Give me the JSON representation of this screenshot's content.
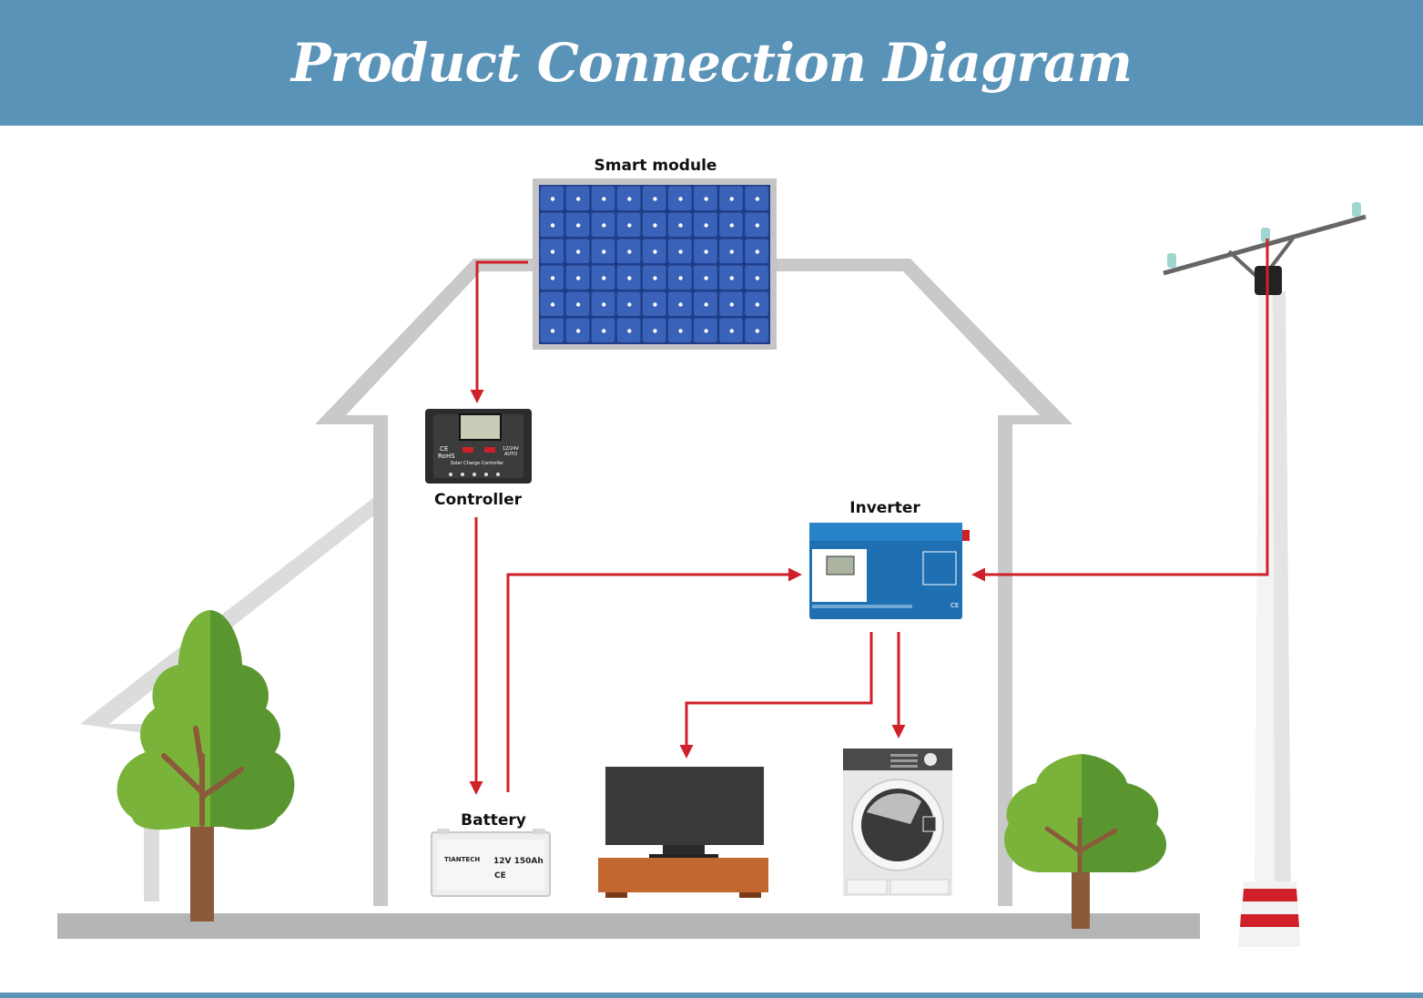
{
  "title": "Product Connection Diagram",
  "colors": {
    "header": "#5a93b8",
    "wire": "#d0202a",
    "house_outline": "#c9c9c9",
    "ground": "#b5b5b5",
    "panel": "#2d4fa0",
    "inverter": "#1f6fb3",
    "tree_light": "#7ab33a",
    "tree_dark": "#5a9630",
    "trunk": "#8a5a3a",
    "tv_stand": "#c2672f"
  },
  "components": {
    "solar_panel": {
      "label": "Smart module",
      "icon": "solar-panel-icon"
    },
    "controller": {
      "label": "Controller",
      "icon": "charge-controller-icon",
      "marks": {
        "ce": "CE",
        "rohs": "RoHS",
        "voltage": "12/24V",
        "auto": "AUTO",
        "model": "Solar Charge Controller"
      }
    },
    "inverter": {
      "label": "Inverter",
      "icon": "inverter-icon",
      "ce": "CE"
    },
    "battery": {
      "label": "Battery",
      "icon": "battery-icon",
      "brand": "TIANTECH",
      "rating": "12V 150Ah",
      "ce": "CE"
    },
    "tv": {
      "icon": "television-icon"
    },
    "washer": {
      "icon": "washing-machine-icon"
    },
    "grid_pole": {
      "icon": "utility-pole-icon"
    }
  }
}
